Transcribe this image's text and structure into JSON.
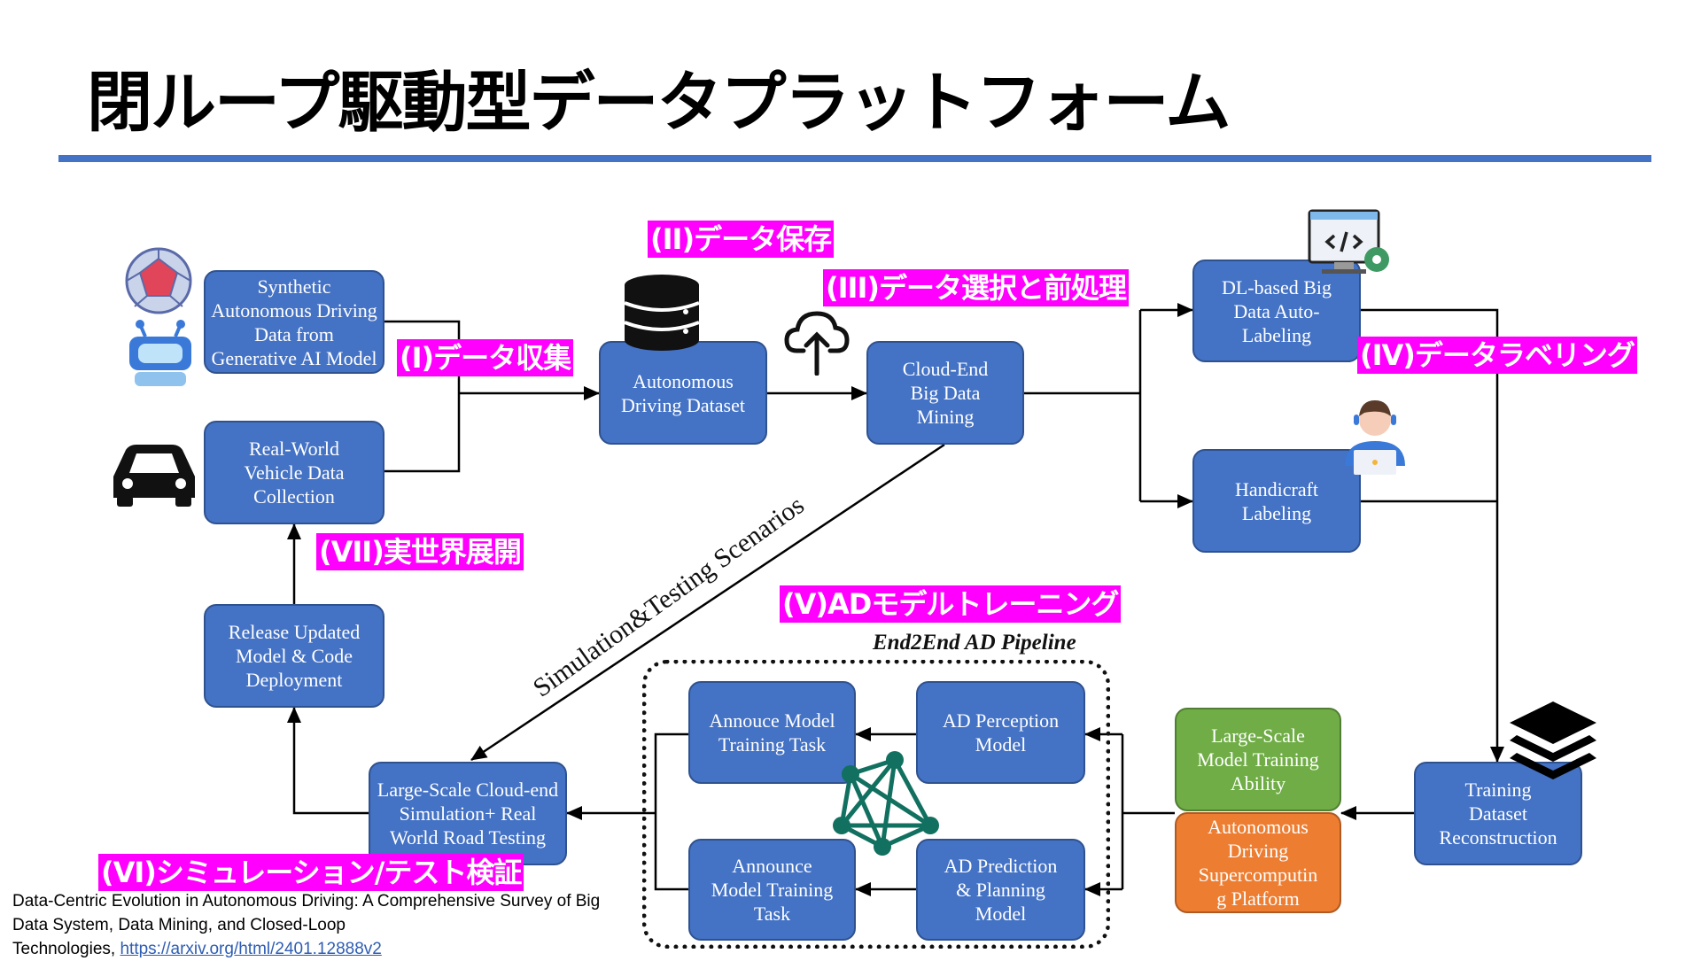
{
  "title": "閉ループ駆動型データプラットフォーム",
  "accent_color": "#4472c4",
  "tag_color": "#ff00ff",
  "tags": {
    "collect": "(I)データ収集",
    "store": "(II)データ保存",
    "select": "(III)データ選択と前処理",
    "label": "(IV)データラベリング",
    "train": "(V)ADモデルトレーニング",
    "sim": "(VI)シミュレーション/テスト検証",
    "deploy": "(VII)実世界展開"
  },
  "boxes": {
    "synthetic": [
      "Synthetic",
      "Autonomous Driving",
      "Data from",
      "Generative AI Model"
    ],
    "realworld": [
      "Real-World",
      "Vehicle Data",
      "Collection"
    ],
    "release": [
      "Release Updated",
      "Model & Code",
      "Deployment"
    ],
    "dataset": [
      "Autonomous",
      "Driving Dataset"
    ],
    "cloud": [
      "Cloud-End",
      "Big Data",
      "Mining"
    ],
    "autolabel": [
      "DL-based Big",
      "Data Auto-",
      "Labeling"
    ],
    "handlabel": [
      "Handicraft",
      "Labeling"
    ],
    "reconstruct": [
      "Training",
      "Dataset",
      "Reconstruction"
    ],
    "largescale": [
      "Large-Scale",
      "Model Training",
      "Ability"
    ],
    "supercomputing": [
      "Autonomous",
      "Driving",
      "Supercomputin",
      "g Platform"
    ],
    "perception": [
      "AD Perception",
      "Model"
    ],
    "annouce": [
      "Annouce Model",
      "Training Task"
    ],
    "announce": [
      "Announce",
      "Model Training",
      "Task"
    ],
    "prediction": [
      "AD Prediction",
      "& Planning",
      "Model"
    ],
    "simulation": [
      "Large-Scale Cloud-end",
      "Simulation+ Real",
      "World Road Testing"
    ]
  },
  "pipeline_title": "End2End AD Pipeline",
  "diagonal_label": "Simulation&Testing Scenarios",
  "caption": {
    "line1": "Data-Centric Evolution in Autonomous Driving: A Comprehensive Survey of Big",
    "line2": "Data System, Data Mining, and Closed-Loop",
    "line3_prefix": "Technologies, ",
    "link": "https://arxiv.org/html/2401.12888v2"
  },
  "icons": [
    "polyhedron-icon",
    "robot-icon",
    "car-icon",
    "database-icon",
    "cloud-upload-icon",
    "code-monitor-icon",
    "operator-icon",
    "network-icon",
    "layers-icon"
  ]
}
